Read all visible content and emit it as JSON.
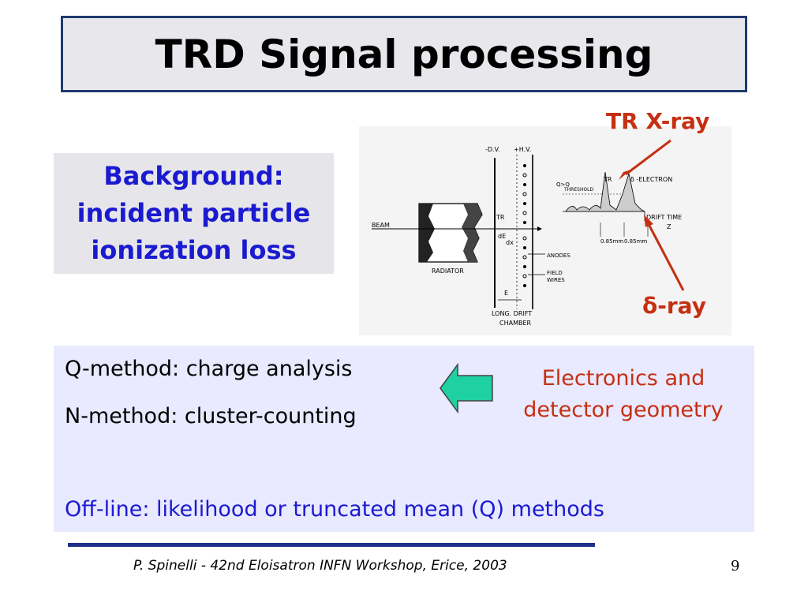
{
  "title": "TRD Signal processing",
  "background": {
    "line1": "Background:",
    "line2": "incident particle",
    "line3": "ionization loss"
  },
  "labels": {
    "tr_xray": "TR X-ray",
    "delta_ray": "δ-ray"
  },
  "diagram": {
    "dv": "-D.V.",
    "hv": "+H.V.",
    "beam": "BEAM",
    "radiator": "RADIATOR",
    "tr": "TR",
    "dedx_num": "dE",
    "dedx_den": "dx",
    "anodes": "ANODES",
    "field": "FIELD",
    "wires": "WIRES",
    "e": "E",
    "long_drift": "LONG. DRIFT",
    "chamber": "CHAMBER",
    "q_thr": "Q>Q",
    "threshold": "THRESHOLD",
    "tr2": "TR",
    "delta_electron": "δ -ELECTRON",
    "drift_time": "DRIFT  TIME",
    "z": "Z",
    "mm1": "0.85mm",
    "mm2": "0.85mm"
  },
  "methods": {
    "q": "Q-method: charge analysis",
    "n": "N-method: cluster-counting",
    "offline": "Off-line: likelihood or truncated mean (Q) methods"
  },
  "electronics": {
    "line1": "Electronics and",
    "line2": "detector geometry"
  },
  "footer": "P. Spinelli - 42nd Eloisatron INFN Workshop, Erice, 2003",
  "page_number": "9"
}
